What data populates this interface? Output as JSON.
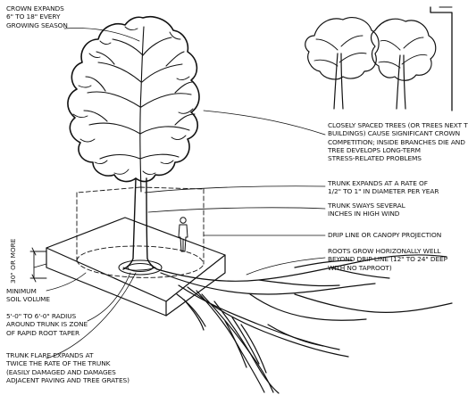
{
  "labels": {
    "crown": "CROWN EXPANDS\n6\" TO 18\" EVERY\nGROWING SEASON",
    "competition": "CLOSELY SPACED TREES (OR TREES NEXT TO\nBUILDINGS) CAUSE SIGNIFICANT CROWN\nCOMPETITION; INSIDE BRANCHES DIE AND\nTREE DEVELOPS LONG-TERM\nSTRESS-RELATED PROBLEMS",
    "trunk_expands": "TRUNK EXPANDS AT A RATE OF\n1/2\" TO 1\" IN DIAMETER PER YEAR",
    "trunk_sways": "TRUNK SWAYS SEVERAL\nINCHES IN HIGH WIND",
    "drip_line": "DRIP LINE OR CANOPY PROJECTION",
    "roots": "ROOTS GROW HORIZONALLY WELL\nBEYOND DRIP LINE (12\" TO 24\" DEEP\nWITH NO TAPROOT)",
    "soil_depth": "30\" OR MORE",
    "soil_volume": "MINIMUM\nSOIL VOLUME",
    "radius": "5'-0\" TO 6'-0\" RADIUS\nAROUND TRUNK IS ZONE\nOF RAPID ROOT TAPER",
    "trunk_flare": "TRUNK FLARE EXPANDS AT\nTWICE THE RATE OF THE TRUNK\n(EASILY DAMAGED AND DAMAGES\nADJACENT PAVING AND TREE GRATES)"
  }
}
